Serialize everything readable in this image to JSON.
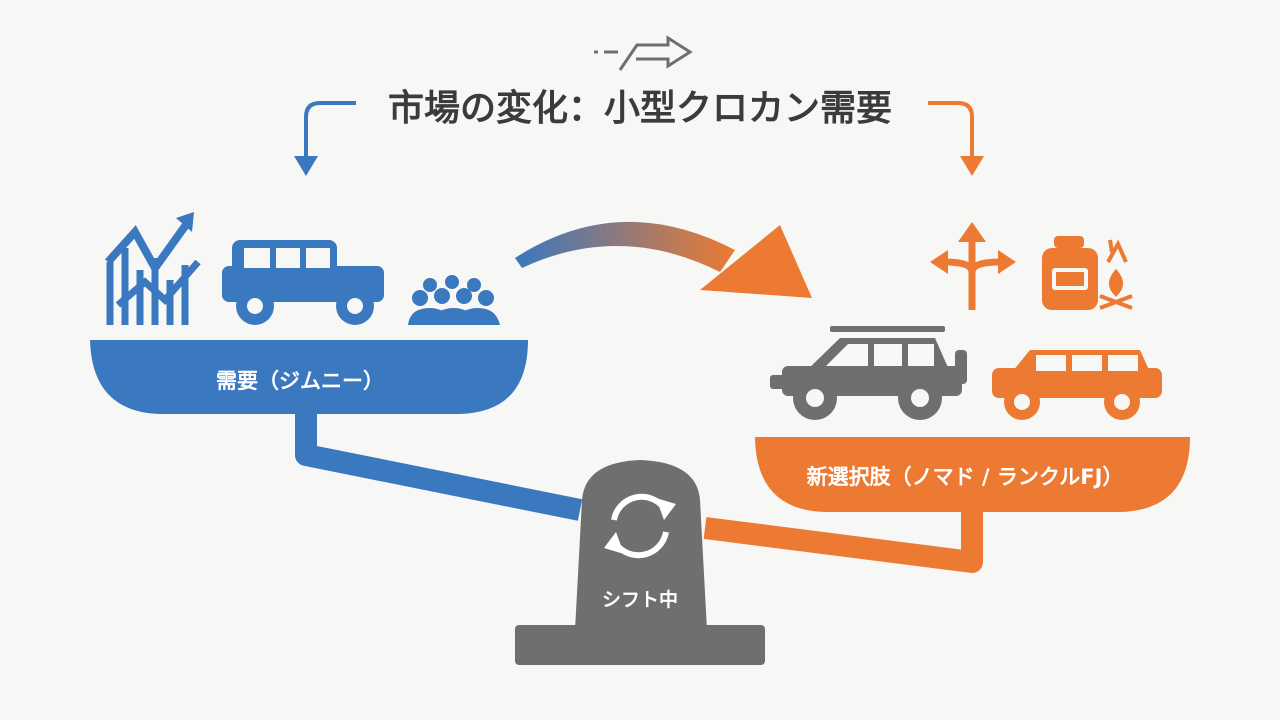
{
  "title": "市場の変化：小型クロカン需要",
  "left_pan": {
    "label": "需要（ジムニー）"
  },
  "right_pan": {
    "label": "新選択肢（ノマド / ランクルFJ）"
  },
  "fulcrum": {
    "label": "シフト中"
  },
  "colors": {
    "blue": "#3a78bf",
    "orange": "#ec7a32",
    "gray": "#6f6f6f",
    "background": "#f7f7f5",
    "title": "#3b3b3b"
  },
  "icons": {
    "top": "shift-arrow-icon",
    "left": [
      "growth-chart-icon",
      "jimny-car-icon",
      "crowd-icon"
    ],
    "right": [
      "branching-arrows-icon",
      "backpack-icon",
      "campfire-icon",
      "offroad-suv-icon",
      "fj-suv-icon"
    ],
    "fulcrum": "sync-icon"
  }
}
